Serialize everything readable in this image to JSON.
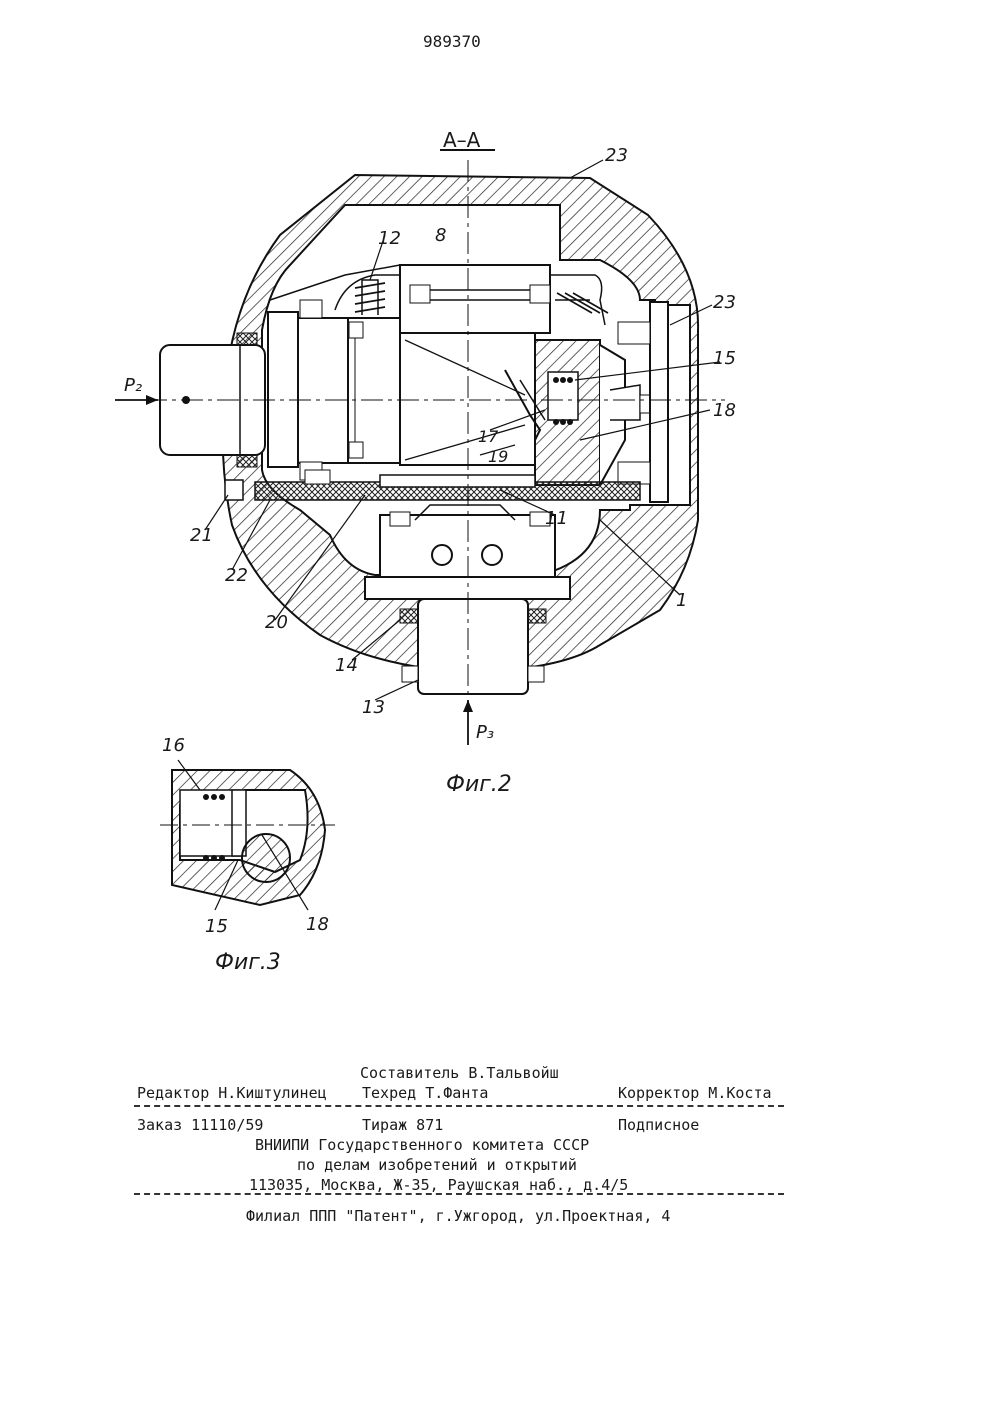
{
  "patent_number": "989370",
  "section_label": "А–А",
  "figures": {
    "fig2": {
      "caption": "Фиг.2",
      "force_p2": "P₂",
      "force_p3": "P₃",
      "callouts": {
        "c23a": "23",
        "c23b": "23",
        "c12": "12",
        "c8": "8",
        "c15": "15",
        "c18": "18",
        "c17": "17",
        "c19": "19",
        "c11": "11",
        "c1": "1",
        "c21": "21",
        "c22": "22",
        "c20": "20",
        "c14": "14",
        "c13": "13"
      }
    },
    "fig3": {
      "caption": "Фиг.3",
      "callouts": {
        "c16": "16",
        "c15": "15",
        "c18": "18"
      }
    }
  },
  "imprint": {
    "composer": "Составитель В.Тальвойш",
    "editor": "Редактор Н.Киштулинец",
    "techred": "Техред Т.Фанта",
    "corrector": "Корректор М.Коста",
    "order": "Заказ 11110/59",
    "circulation": "Тираж 871",
    "subscription": "Подписное",
    "org_line1": "ВНИИПИ Государственного комитета СССР",
    "org_line2": "по делам изобретений и открытий",
    "address": "113035, Москва, Ж-35, Раушская наб., д.4/5",
    "branch": "Филиал ППП \"Патент\", г.Ужгород, ул.Проектная, 4"
  }
}
